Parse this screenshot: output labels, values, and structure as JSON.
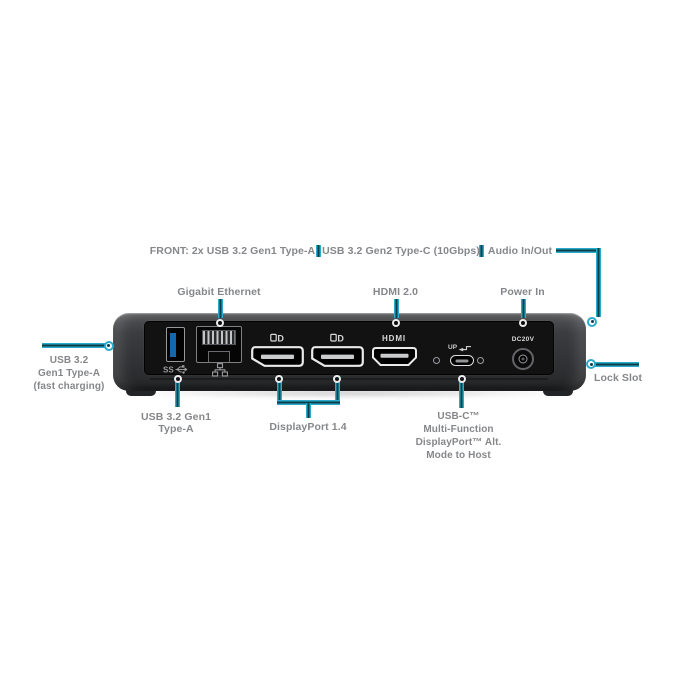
{
  "colors": {
    "accent": "#29ABCB",
    "accent_core": "#0E3D4A",
    "label": "#85878A",
    "background": "#FFFFFF"
  },
  "callouts": {
    "front_row": [
      "FRONT: 2x USB 3.2 Gen1 Type-A",
      "USB 3.2 Gen2 Type-C (10Gbps)",
      "Audio In/Out"
    ],
    "gigabit_ethernet": "Gigabit Ethernet",
    "hdmi": "HDMI 2.0",
    "power_in": "Power In",
    "usb_a_fast": [
      "USB 3.2",
      "Gen1 Type-A",
      "(fast charging)"
    ],
    "usb_a_rear": [
      "USB 3.2 Gen1",
      "Type-A"
    ],
    "displayport": "DisplayPort 1.4",
    "usb_c_host": [
      "USB-C™",
      "Multi-Function",
      "DisplayPort™ Alt.",
      "Mode to Host"
    ],
    "lock_slot": "Lock Slot"
  },
  "dock_markings": {
    "hdmi_logo": "HDMI",
    "dc_rating": "DC20V",
    "usb_c_up": "UP",
    "superspeed": "SS",
    "dp_logo": "D"
  }
}
